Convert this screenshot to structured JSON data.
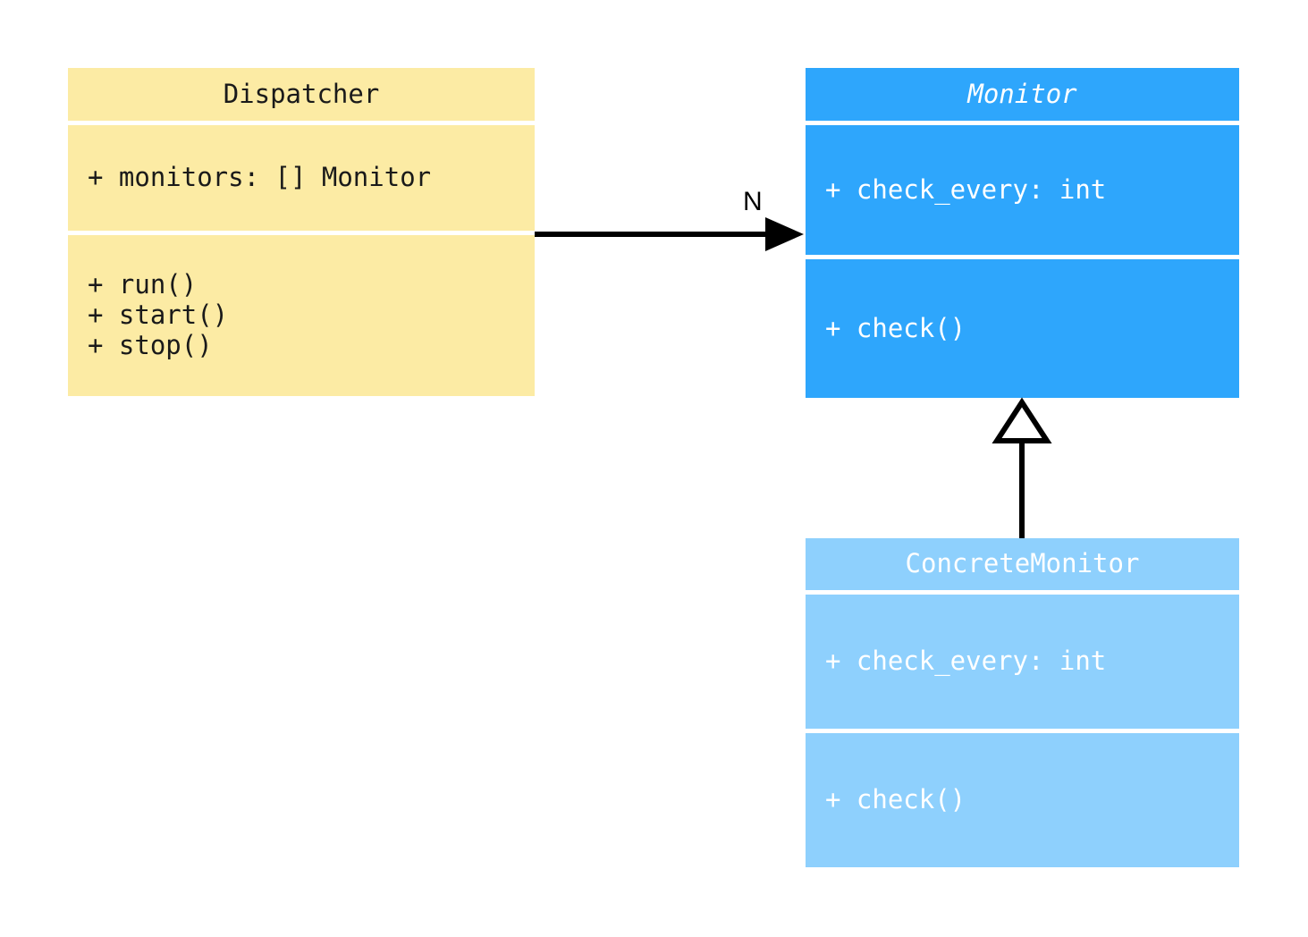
{
  "diagram": {
    "type": "uml-class-diagram",
    "background": "#ffffff",
    "classes": [
      {
        "id": "dispatcher",
        "name": "Dispatcher",
        "abstract": false,
        "fill": "#fceba4",
        "text_color": "#1a1a1a",
        "attributes": [
          "+ monitors: [] Monitor"
        ],
        "operations": [
          "+ run()",
          "+ start()",
          "+ stop()"
        ]
      },
      {
        "id": "monitor",
        "name": "Monitor",
        "abstract": true,
        "fill": "#2ea6fc",
        "text_color": "#ffffff",
        "attributes": [
          "+ check_every: int"
        ],
        "operations": [
          "+ check()"
        ]
      },
      {
        "id": "concrete-monitor",
        "name": "ConcreteMonitor",
        "abstract": false,
        "fill": "#8ed0fd",
        "text_color": "#ffffff",
        "attributes": [
          "+ check_every: int"
        ],
        "operations": [
          "+ check()"
        ]
      }
    ],
    "relationships": [
      {
        "id": "dispatcher-to-monitor",
        "kind": "association",
        "from": "Dispatcher",
        "to": "Monitor",
        "label": "N",
        "arrowhead": "filled-triangle",
        "line": "solid",
        "color": "#000000"
      },
      {
        "id": "concrete-monitor-to-monitor",
        "kind": "generalization",
        "from": "ConcreteMonitor",
        "to": "Monitor",
        "label": "",
        "arrowhead": "hollow-triangle",
        "line": "solid",
        "color": "#000000"
      }
    ]
  }
}
